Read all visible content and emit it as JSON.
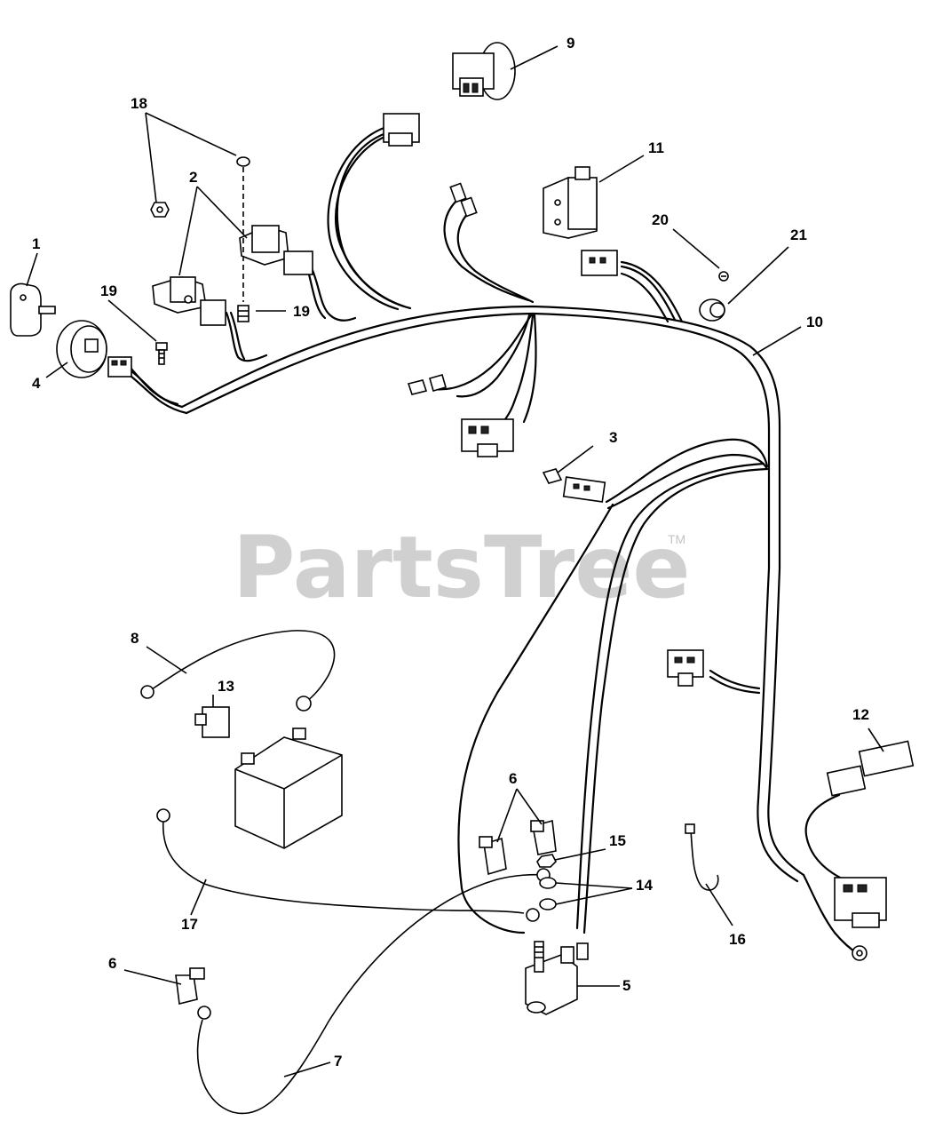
{
  "watermark": {
    "text": "PartsTree",
    "trademark": "TM"
  },
  "callouts": [
    {
      "id": "c1",
      "text": "1"
    },
    {
      "id": "c2",
      "text": "2"
    },
    {
      "id": "c3",
      "text": "3"
    },
    {
      "id": "c4",
      "text": "4"
    },
    {
      "id": "c5",
      "text": "5"
    },
    {
      "id": "c6a",
      "text": "6"
    },
    {
      "id": "c6b",
      "text": "6"
    },
    {
      "id": "c7",
      "text": "7"
    },
    {
      "id": "c8",
      "text": "8"
    },
    {
      "id": "c9",
      "text": "9"
    },
    {
      "id": "c10",
      "text": "10"
    },
    {
      "id": "c11",
      "text": "11"
    },
    {
      "id": "c12",
      "text": "12"
    },
    {
      "id": "c13",
      "text": "13"
    },
    {
      "id": "c14",
      "text": "14"
    },
    {
      "id": "c15",
      "text": "15"
    },
    {
      "id": "c16",
      "text": "16"
    },
    {
      "id": "c17",
      "text": "17"
    },
    {
      "id": "c18",
      "text": "18"
    },
    {
      "id": "c19a",
      "text": "19"
    },
    {
      "id": "c19b",
      "text": "19"
    },
    {
      "id": "c20",
      "text": "20"
    },
    {
      "id": "c21",
      "text": "21"
    }
  ]
}
